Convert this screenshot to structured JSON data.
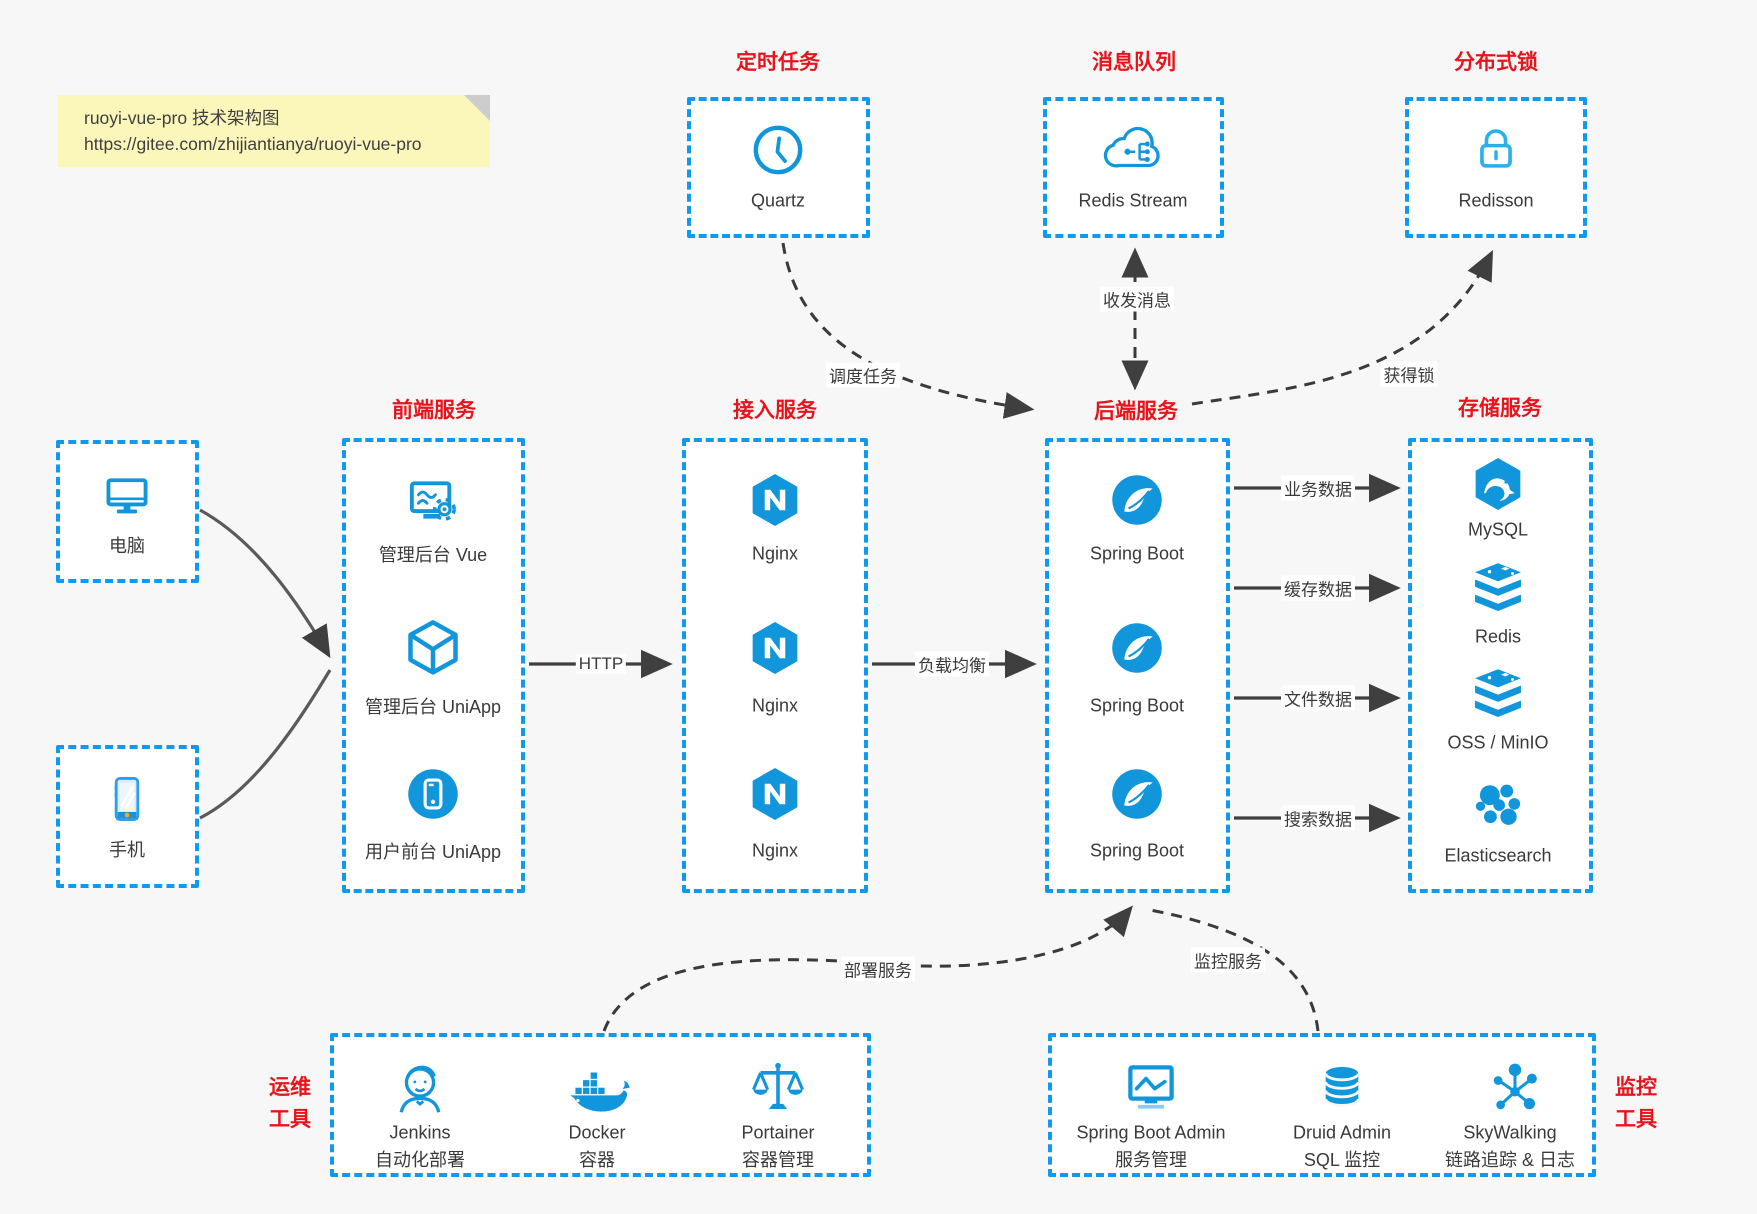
{
  "note": {
    "line1": "ruoyi-vue-pro 技术架构图",
    "line2": "https://gitee.com/zhijiantianya/ruoyi-vue-pro"
  },
  "colors": {
    "accent_blue": "#1296db",
    "border_blue": "#0f9af0",
    "title_red": "#e8141c",
    "note_yellow": "#fbf7bb",
    "line_dark": "#3f3f3f"
  },
  "groups": {
    "scheduler": {
      "title": "定时任务",
      "items": [
        {
          "icon": "clock-icon",
          "label": "Quartz"
        }
      ]
    },
    "mq": {
      "title": "消息队列",
      "items": [
        {
          "icon": "cloud-stream-icon",
          "label": "Redis Stream"
        }
      ]
    },
    "lock": {
      "title": "分布式锁",
      "items": [
        {
          "icon": "lock-icon",
          "label": "Redisson"
        }
      ]
    },
    "clients": {
      "items": [
        {
          "icon": "desktop-icon",
          "label": "电脑"
        },
        {
          "icon": "mobile-icon",
          "label": "手机"
        }
      ]
    },
    "frontend": {
      "title": "前端服务",
      "items": [
        {
          "icon": "admin-vue-icon",
          "label": "管理后台 Vue"
        },
        {
          "icon": "uniapp-cube-icon",
          "label": "管理后台 UniApp"
        },
        {
          "icon": "user-app-icon",
          "label": "用户前台 UniApp"
        }
      ]
    },
    "gateway": {
      "title": "接入服务",
      "items": [
        {
          "icon": "nginx-icon",
          "label": "Nginx"
        },
        {
          "icon": "nginx-icon",
          "label": "Nginx"
        },
        {
          "icon": "nginx-icon",
          "label": "Nginx"
        }
      ]
    },
    "backend": {
      "title": "后端服务",
      "items": [
        {
          "icon": "spring-icon",
          "label": "Spring Boot"
        },
        {
          "icon": "spring-icon",
          "label": "Spring Boot"
        },
        {
          "icon": "spring-icon",
          "label": "Spring Boot"
        }
      ]
    },
    "storage": {
      "title": "存储服务",
      "items": [
        {
          "icon": "mysql-icon",
          "label": "MySQL"
        },
        {
          "icon": "redis-stack-icon",
          "label": "Redis"
        },
        {
          "icon": "redis-stack-icon",
          "label": "OSS / MinIO"
        },
        {
          "icon": "elasticsearch-icon",
          "label": "Elasticsearch"
        }
      ]
    },
    "devops": {
      "title_line1": "运维",
      "title_line2": "工具",
      "items": [
        {
          "icon": "jenkins-icon",
          "label": "Jenkins",
          "sublabel": "自动化部署"
        },
        {
          "icon": "docker-icon",
          "label": "Docker",
          "sublabel": "容器"
        },
        {
          "icon": "portainer-icon",
          "label": "Portainer",
          "sublabel": "容器管理"
        }
      ]
    },
    "monitoring": {
      "title_line1": "监控",
      "title_line2": "工具",
      "items": [
        {
          "icon": "spring-boot-admin-icon",
          "label": "Spring Boot Admin",
          "sublabel": "服务管理"
        },
        {
          "icon": "druid-icon",
          "label": "Druid Admin",
          "sublabel": "SQL 监控"
        },
        {
          "icon": "skywalking-icon",
          "label": "SkyWalking",
          "sublabel": "链路追踪 & 日志"
        }
      ]
    }
  },
  "edges": {
    "http": "HTTP",
    "load_balance": "负载均衡",
    "business_data": "业务数据",
    "cache_data": "缓存数据",
    "file_data": "文件数据",
    "search_data": "搜索数据",
    "schedule_task": "调度任务",
    "send_receive_message": "收发消息",
    "acquire_lock": "获得锁",
    "deploy_service": "部署服务",
    "monitor_service": "监控服务"
  }
}
